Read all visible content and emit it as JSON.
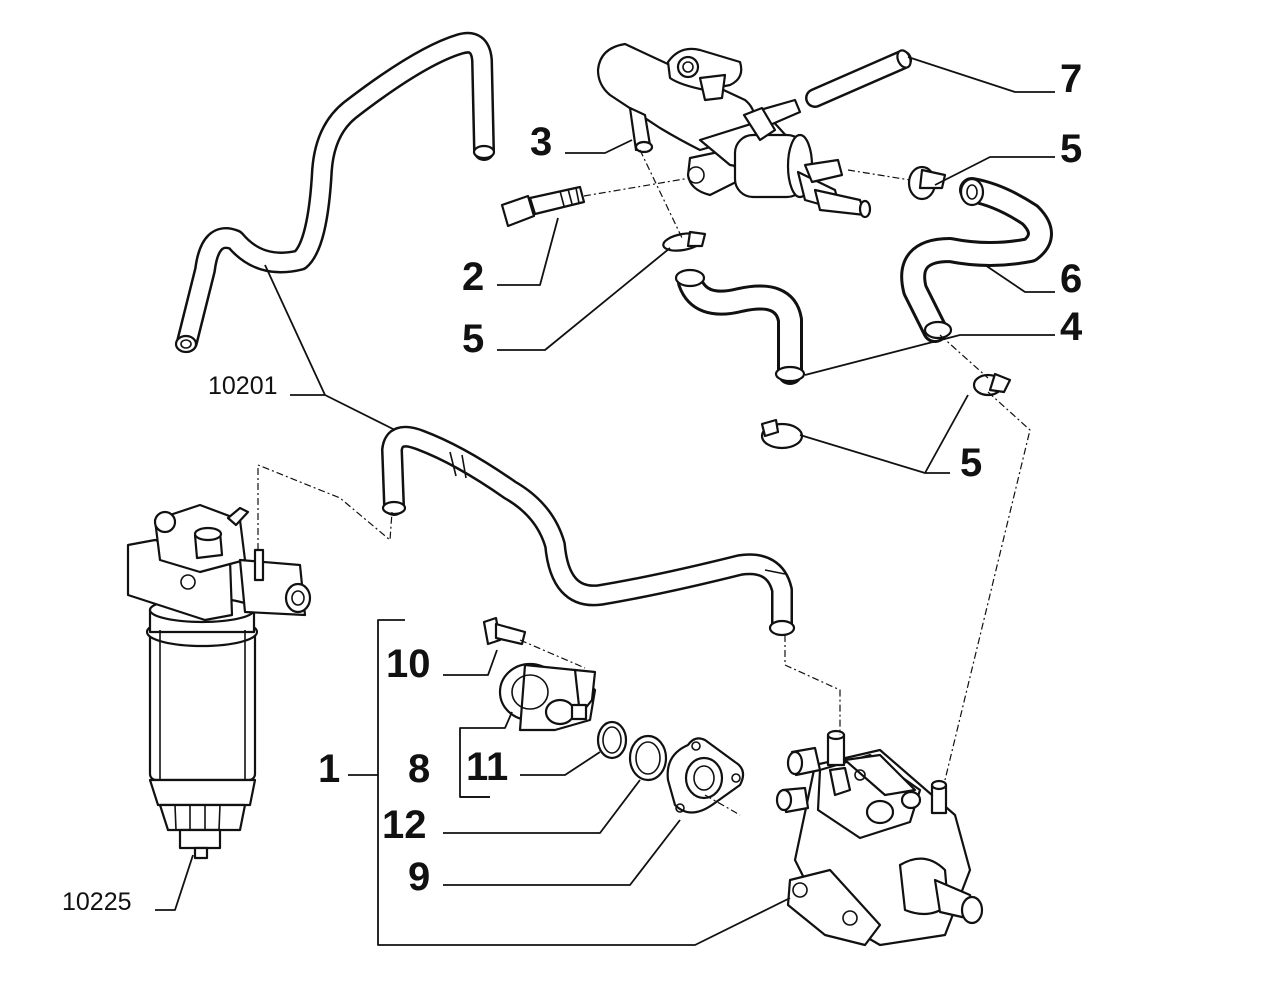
{
  "callouts": {
    "c7": "7",
    "c3": "3",
    "c5a": "5",
    "c2": "2",
    "c6": "6",
    "c5b": "5",
    "c4": "4",
    "c10201": "10201",
    "c5c": "5",
    "c10": "10",
    "c1": "1",
    "c8": "8",
    "c11": "11",
    "c12": "12",
    "c9": "9",
    "c10225": "10225"
  },
  "colors": {
    "ink": "#111111",
    "paper": "#ffffff"
  }
}
